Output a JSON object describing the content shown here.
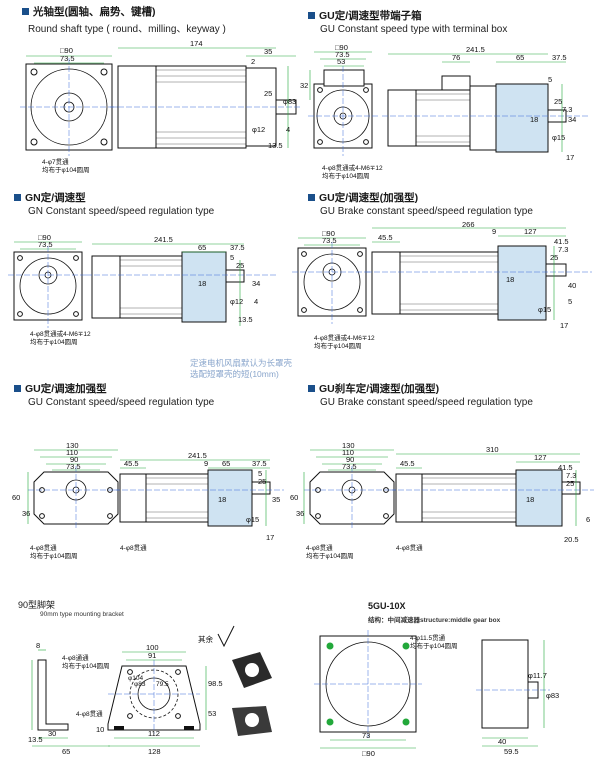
{
  "sections": {
    "round_shaft": {
      "title": "光轴型(圆轴、扁势、键槽)",
      "subtitle": "Round shaft type ( round、milling、keyway )",
      "dims": {
        "sq": "□90",
        "d73": "73.5",
        "d174": "174",
        "d35": "35",
        "d2": "2",
        "d25": "25",
        "d83": "φ83",
        "d12": "φ12",
        "d4": "4",
        "d135": "13.5"
      },
      "hole_note": "4-φ7贯通",
      "hole_note2": "均布于φ104圆周"
    },
    "gu_terminal": {
      "title": "GU定/调速型带端子箱",
      "subtitle": "GU Constant speed type with terminal box",
      "dims": {
        "sq": "□90",
        "d73": "73.5",
        "d53": "53",
        "d32": "32",
        "d2415": "241.5",
        "d76": "76",
        "d65": "65",
        "d375": "37.5",
        "d5": "5",
        "d25": "25",
        "d73b": "7.3",
        "d18": "18",
        "d34": "34",
        "d15": "φ15",
        "d17": "17"
      },
      "hole_note": "4-φ8贯通或4-M6∓12",
      "hole_note2": "均布于φ104圆周"
    },
    "gn": {
      "title": "GN定/调速型",
      "subtitle": "GN Constant speed/speed regulation type",
      "dims": {
        "sq": "□90",
        "d73": "73.5",
        "d2415": "241.5",
        "d65": "65",
        "d375": "37.5",
        "d5": "5",
        "d25": "25",
        "d18": "18",
        "d34": "34",
        "d12": "φ12",
        "d4": "4",
        "d135": "13.5"
      },
      "hole_note": "4-φ8贯通或4-M6∓12",
      "hole_note2": "均布于φ104圆周"
    },
    "gu_brake": {
      "title": "GU定/调速型(加强型)",
      "subtitle": "GU Brake constant speed/speed regulation type",
      "dims": {
        "sq": "□90",
        "d73": "73.5",
        "d455": "45.5",
        "d266": "266",
        "d9": "9",
        "d127": "127",
        "d415": "41.5",
        "d73b": "7.3",
        "d25": "25",
        "d18": "18",
        "d40": "40",
        "d5": "5",
        "d15": "φ15",
        "d17": "17"
      },
      "hole_note": "4-φ8贯通或4-M6∓12",
      "hole_note2": "均布于φ104圆周"
    },
    "note": {
      "line1": "定速电机风扇默认为长罩壳",
      "line2": "选配短罩壳的短(10mm)"
    },
    "gu_enhanced": {
      "title": "GU定/调速加强型",
      "subtitle": "GU Constant speed/speed regulation type",
      "dims": {
        "d130": "130",
        "d110": "110",
        "d90": "90",
        "d73": "73.5",
        "d60": "60",
        "d36": "36",
        "d455": "45.5",
        "d2415": "241.5",
        "d9": "9",
        "d65": "65",
        "d375": "37.5",
        "d5": "5",
        "d25": "25",
        "d18": "18",
        "d35": "35",
        "d15": "φ15",
        "d17": "17"
      },
      "hole_note": "4-φ8贯通",
      "hole_note2": "均布于φ104圆周",
      "hole_note3": "4-φ8贯通"
    },
    "gu_brake_enhanced": {
      "title": "GU刹车定/调速型(加强型)",
      "subtitle": "GU Brake constant speed/speed regulation type",
      "dims": {
        "d130": "130",
        "d110": "110",
        "d90": "90",
        "d73": "73.5",
        "d60": "60",
        "d36": "36",
        "d455": "45.5",
        "d310": "310",
        "d127": "127",
        "d415": "41.5",
        "d73b": "7.3",
        "d25": "25",
        "d18": "18",
        "d6": "6",
        "d205": "20.5"
      },
      "hole_note": "4-φ8贯通",
      "hole_note2": "均布于φ104圆周",
      "hole_note3": "4-φ8贯通"
    },
    "bracket": {
      "title": "90型脚架",
      "subtitle": "90mm type mounting bracket",
      "other": "其余",
      "dims": {
        "d8": "8",
        "d100": "100",
        "d91": "91",
        "d985": "98.5",
        "d53": "53",
        "d10": "10",
        "d112": "112",
        "d128": "128",
        "d30": "30",
        "d65": "65",
        "d135": "13.5",
        "d83": "φ83",
        "d795": "79.5",
        "d104": "φ104"
      },
      "hole_note": "4-φ8通通",
      "hole_note2": "均布于φ104圆周",
      "hole_note3": "4-φ8贯通"
    },
    "gearbox": {
      "title": "5GU-10X",
      "subtitle": "结构：中间减速器structure:middle gear box",
      "dims": {
        "d73": "73",
        "sq": "□90",
        "d40": "40",
        "d595": "59.5",
        "d117": "φ11.7",
        "d83": "φ83"
      },
      "hole_note": "4-φ11.5贯通",
      "hole_note2": "均布于φ104圆周"
    }
  },
  "colors": {
    "heading_square": "#1a4f8a",
    "dim_green": "#22a83a",
    "motor_blue": "#cfe3f2",
    "note_blue": "#8aa6cc",
    "centerline": "#3a6ad8"
  }
}
